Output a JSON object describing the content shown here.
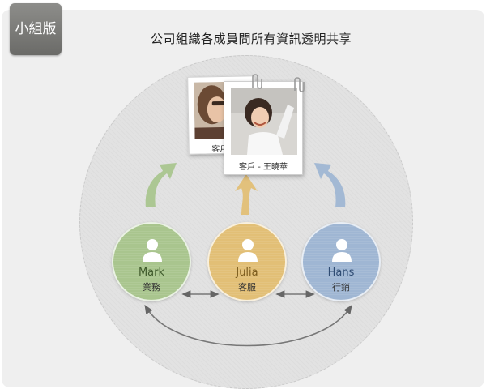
{
  "badge": {
    "label": "小組版"
  },
  "headline": "公司組織各成員間所有資訊透明共享",
  "clients": [
    {
      "caption": "客戶 - "
    },
    {
      "caption": "客戶 - 王曉華"
    }
  ],
  "members": [
    {
      "name": "Mark",
      "role": "業務",
      "color": "#a9c58e"
    },
    {
      "name": "Julia",
      "role": "客服",
      "color": "#e2bf76"
    },
    {
      "name": "Hans",
      "role": "行銷",
      "color": "#9fb6d3"
    }
  ],
  "icons": {
    "arrow_up": "curved-up-arrow-icon",
    "double_arrow": "double-arrow-icon",
    "user": "user-silhouette-icon",
    "clip": "paper-clip-icon"
  }
}
